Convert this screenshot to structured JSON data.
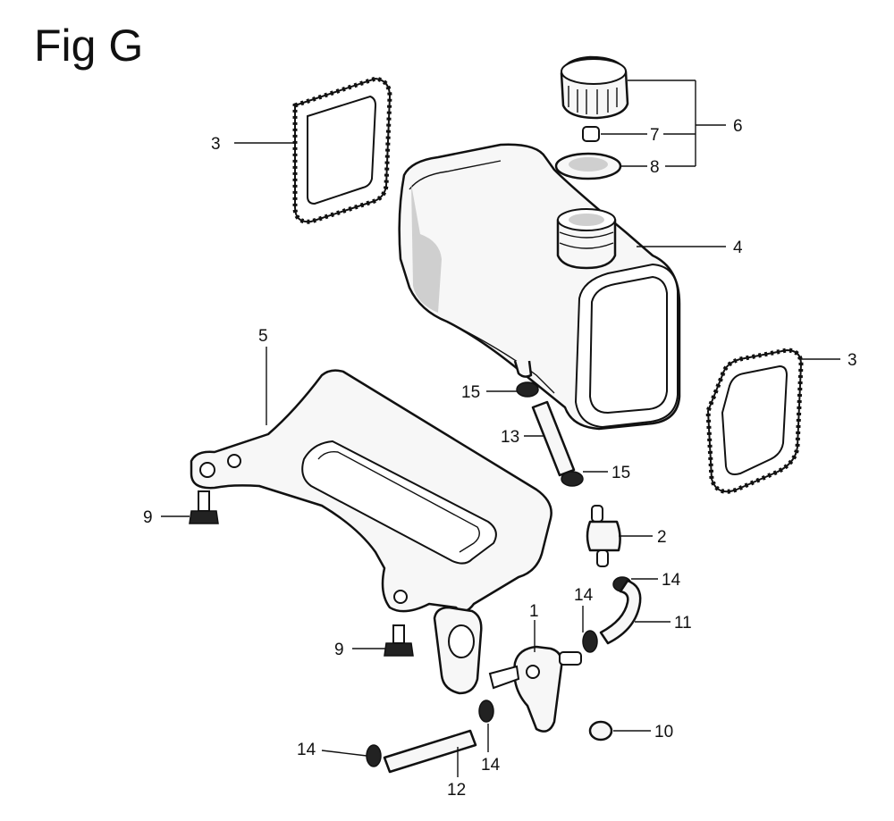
{
  "title": "Fig G",
  "callouts": [
    {
      "id": "c3a",
      "label": "3"
    },
    {
      "id": "c6",
      "label": "6"
    },
    {
      "id": "c7",
      "label": "7"
    },
    {
      "id": "c8",
      "label": "8"
    },
    {
      "id": "c4",
      "label": "4"
    },
    {
      "id": "c3b",
      "label": "3"
    },
    {
      "id": "c5",
      "label": "5"
    },
    {
      "id": "c15a",
      "label": "15"
    },
    {
      "id": "c13",
      "label": "13"
    },
    {
      "id": "c15b",
      "label": "15"
    },
    {
      "id": "c9a",
      "label": "9"
    },
    {
      "id": "c2",
      "label": "2"
    },
    {
      "id": "c14a",
      "label": "14"
    },
    {
      "id": "c14b",
      "label": "14"
    },
    {
      "id": "c11",
      "label": "11"
    },
    {
      "id": "c1",
      "label": "1"
    },
    {
      "id": "c9b",
      "label": "9"
    },
    {
      "id": "c10",
      "label": "10"
    },
    {
      "id": "c14c",
      "label": "14"
    },
    {
      "id": "c14d",
      "label": "14"
    },
    {
      "id": "c12",
      "label": "12"
    }
  ]
}
